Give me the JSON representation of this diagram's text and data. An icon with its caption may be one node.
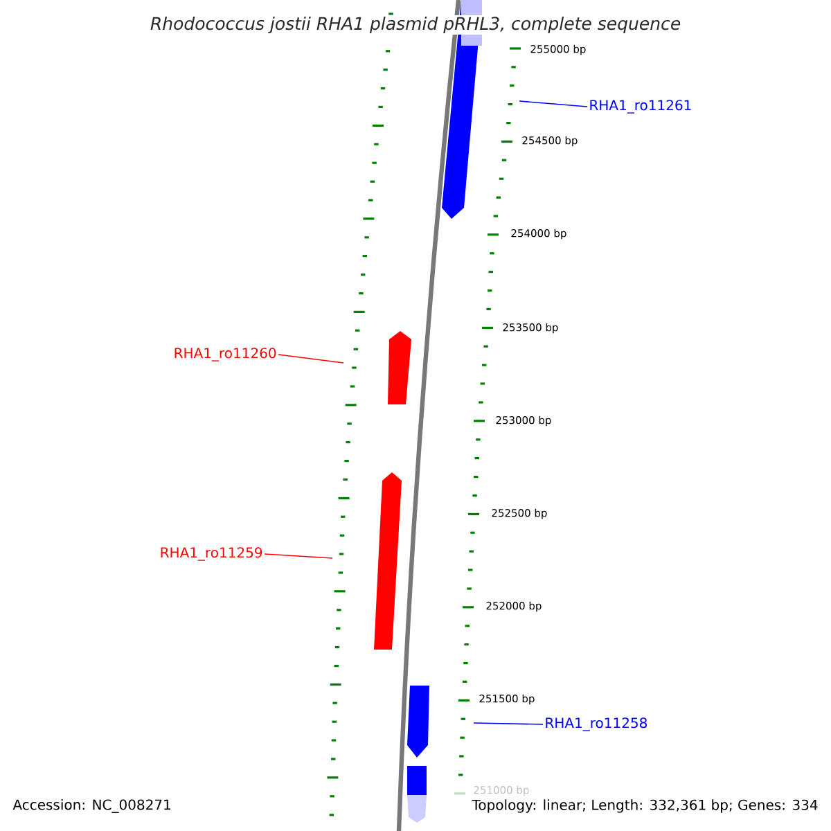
{
  "diagram": {
    "title": "Rhodococcus jostii RHA1 plasmid pRHL3, complete sequence",
    "nodes": [
      {
        "text": [
          "RHA1_ro11261"
        ]
      },
      {
        "text": [
          "RHA1_ro11260"
        ]
      },
      {
        "text": [
          "RHA1_ro11259"
        ]
      },
      {
        "text": [
          "RHA1_ro11258"
        ]
      }
    ],
    "edges": [
      {
        "from": 0,
        "to": null,
        "arrow": "none",
        "color": "#0000ff"
      },
      {
        "from": 1,
        "to": null,
        "arrow": "none",
        "color": "#ff0000"
      },
      {
        "from": 2,
        "to": null,
        "arrow": "none",
        "color": "#ff0000"
      },
      {
        "from": 3,
        "to": null,
        "arrow": "none",
        "color": "#0000ff"
      }
    ],
    "labels": [
      "255000 bp",
      "254500 bp",
      "254000 bp",
      "253500 bp",
      "253000 bp",
      "252500 bp",
      "252000 bp",
      "251500 bp",
      "251000 bp",
      "Accession: NC_008271",
      "Topology: linear; Length: 332,361 bp; Genes: 334"
    ]
  }
}
